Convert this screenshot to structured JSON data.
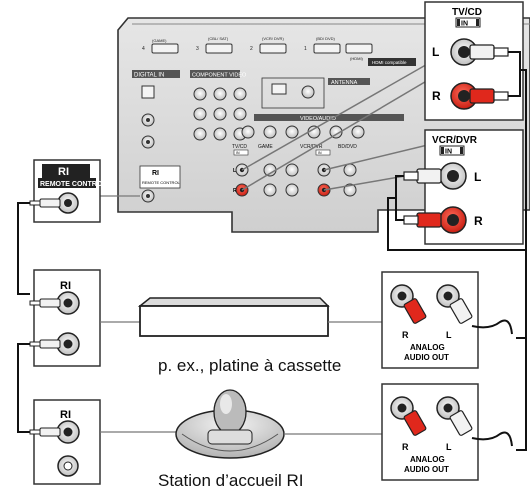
{
  "receiver": {
    "hdmi_labels": [
      "4",
      "(GAME)",
      "3",
      "(CBL/ SAT)",
      "2",
      "(VCR/ DVR)",
      "1",
      "(BD/ DVD)",
      "(HDMI)"
    ],
    "hdmi_compat": "HDMI compatible",
    "digital_in": "DIGITAL IN",
    "component_video": "COMPONENT VIDEO",
    "antenna": "ANTENNA",
    "video_audio": "VIDEO/AUDIO",
    "ri_logo": "RI",
    "remote_control": "REMOTE CONTROL",
    "tvcd": "TV/CD",
    "vcrdvr": "VCR/DVR",
    "game": "GAME",
    "bddvd": "BD/DVD",
    "in": "IN"
  },
  "panels": {
    "tv_cd": {
      "title": "TV/CD",
      "in": "IN",
      "left": "L",
      "right": "R"
    },
    "vcr_dvr": {
      "title": "VCR/DVR",
      "in": "IN",
      "left": "L",
      "right": "R"
    },
    "remote_box": {
      "logo": "RI",
      "label": "REMOTE CONTROL"
    },
    "ri_jacks_top": {
      "logo": "RI"
    },
    "ri_jacks_bottom": {
      "logo": "RI"
    },
    "analog_top": {
      "r": "R",
      "l": "L",
      "line1": "ANALOG",
      "line2": "AUDIO OUT"
    },
    "analog_bottom": {
      "r": "R",
      "l": "L",
      "line1": "ANALOG",
      "line2": "AUDIO OUT"
    }
  },
  "captions": {
    "cassette": "p. ex., platine à cassette",
    "dock": "Station d’accueil RI"
  }
}
